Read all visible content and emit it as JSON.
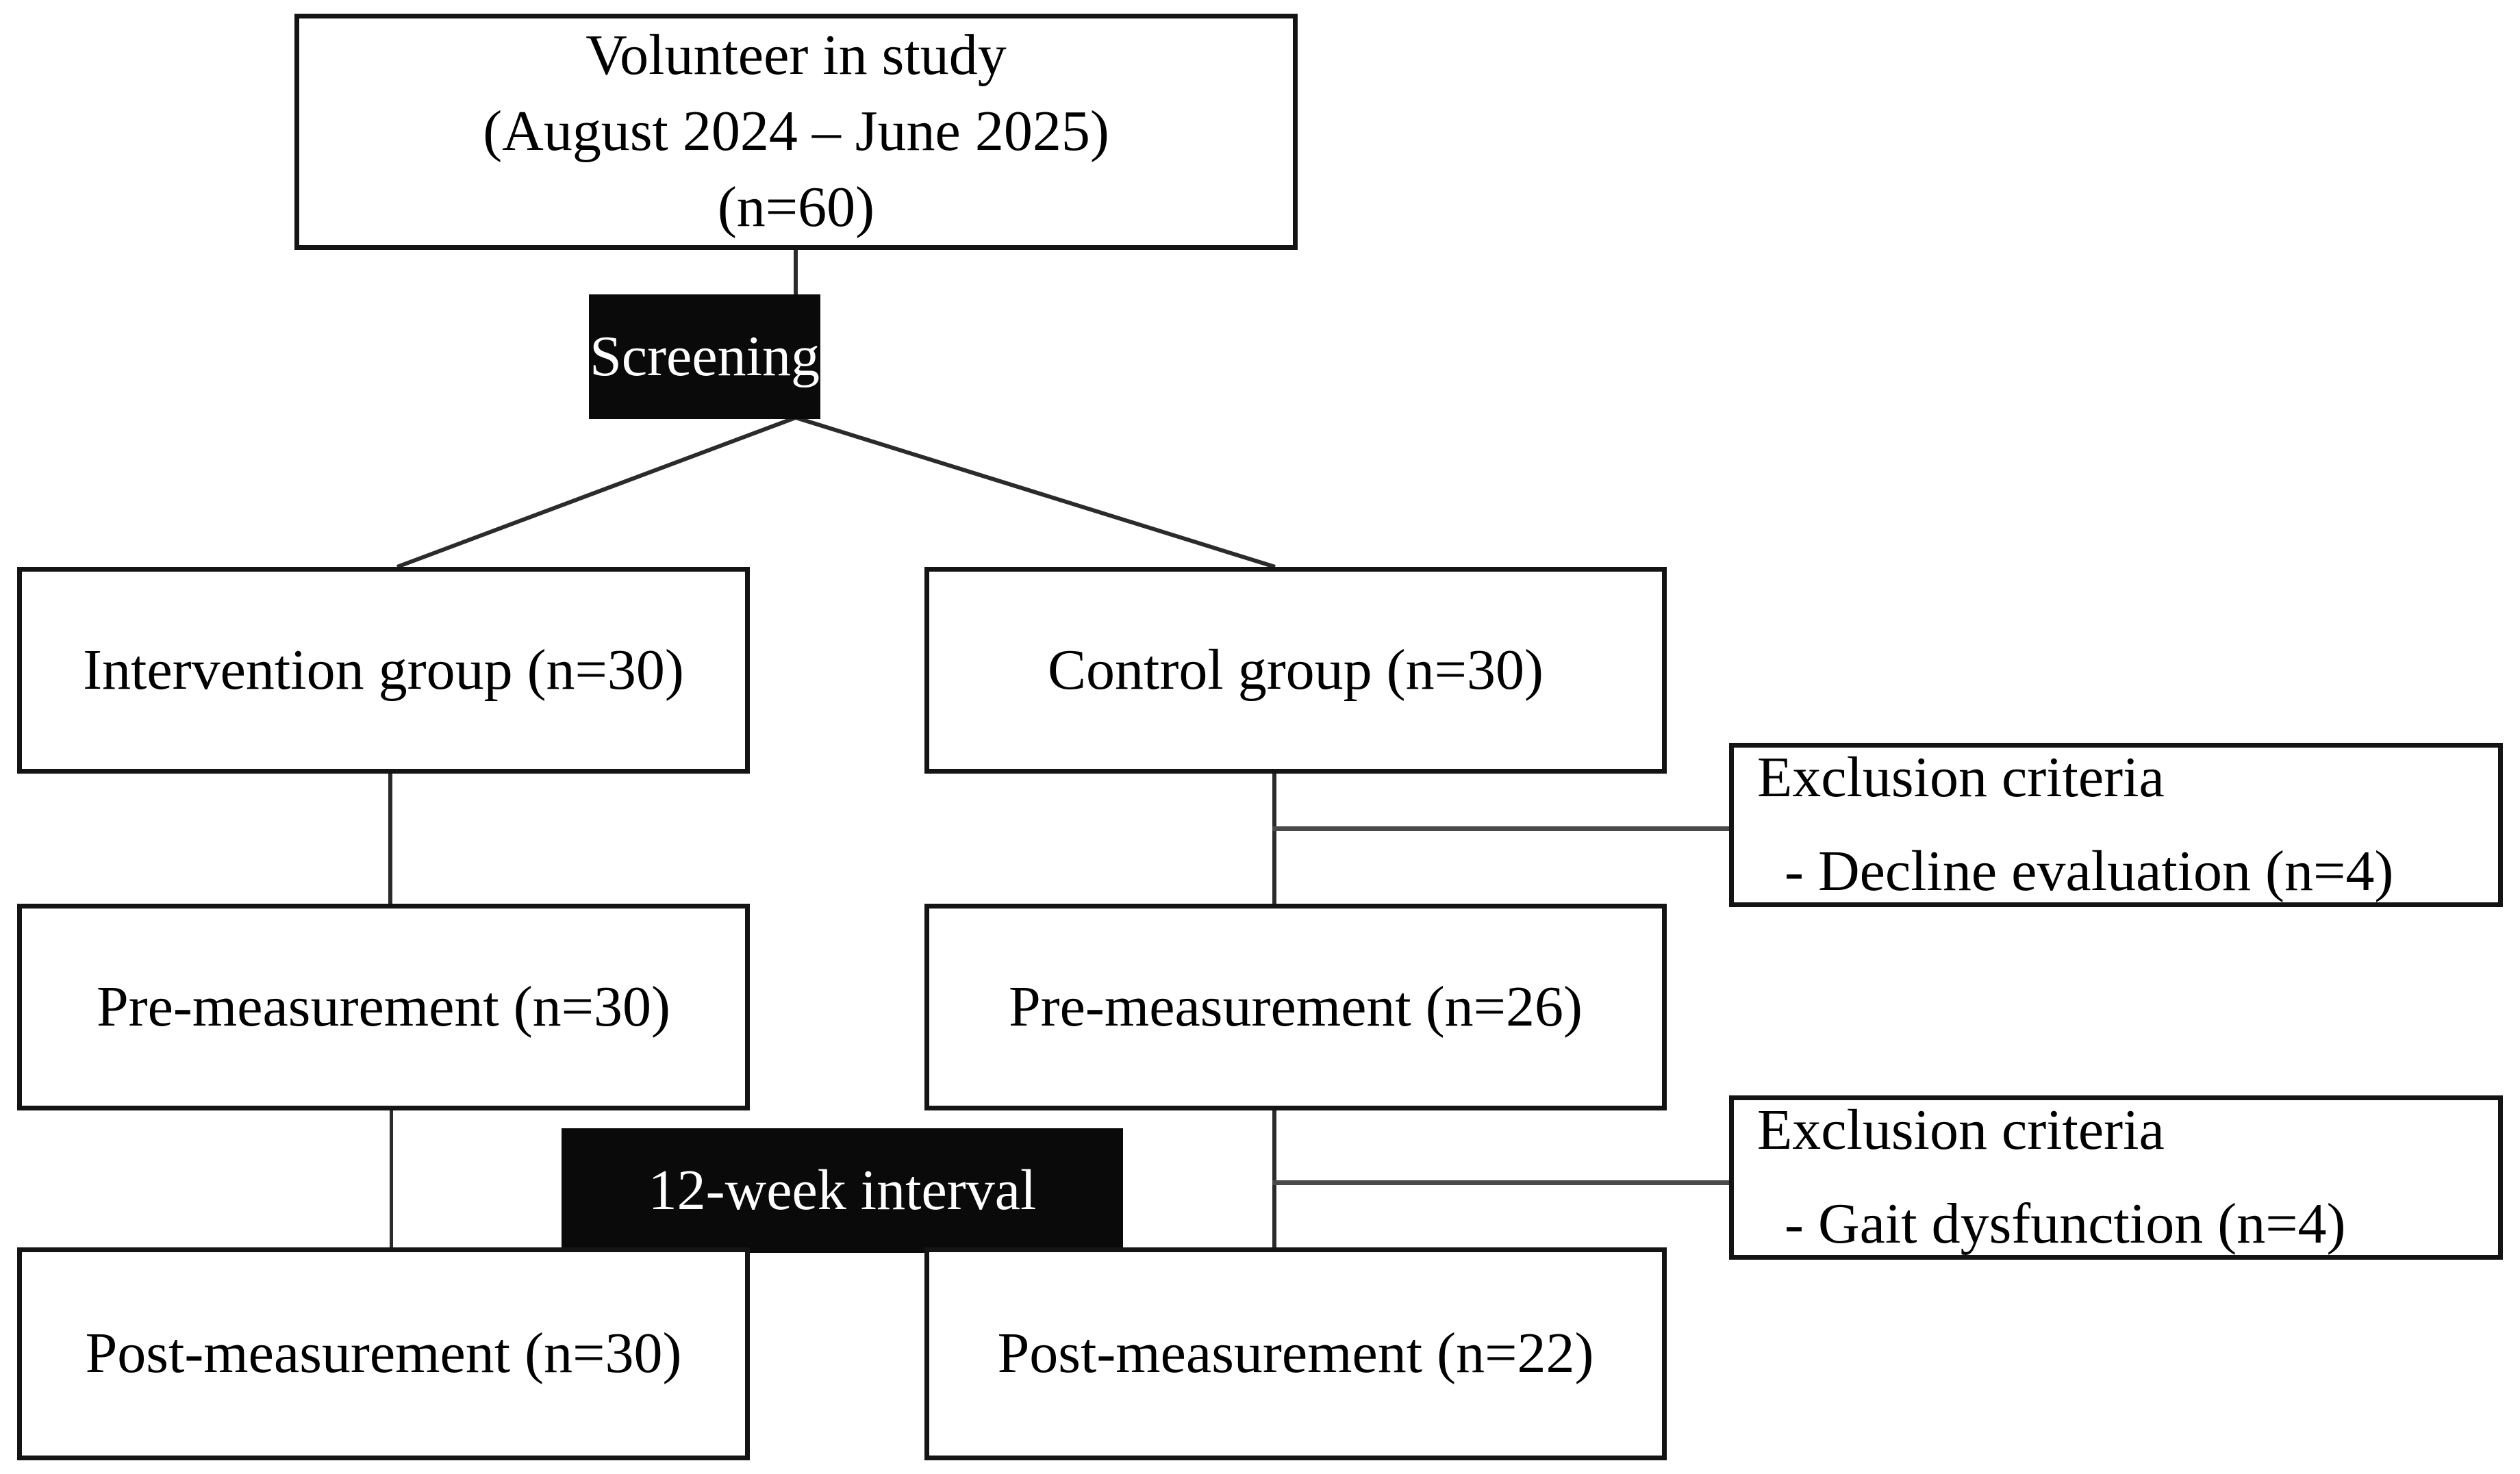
{
  "diagram": {
    "type": "study-flow-chart",
    "nodes": {
      "volunteer": {
        "label": "Volunteer in study\n(August 2024  – June 2025)\n(n=60)",
        "style": "outlined"
      },
      "screening": {
        "label": "Screening",
        "style": "filled-black"
      },
      "intervention_group": {
        "label": "Intervention group (n=30)",
        "style": "outlined"
      },
      "control_group": {
        "label": "Control group (n=30)",
        "style": "outlined"
      },
      "pre_measurement_intervention": {
        "label": "Pre-measurement (n=30)",
        "style": "outlined"
      },
      "pre_measurement_control": {
        "label": "Pre-measurement  (n=26)",
        "style": "outlined"
      },
      "interval": {
        "label": "12-week interval",
        "style": "filled-black"
      },
      "post_measurement_intervention": {
        "label": "Post-measurement (n=30)",
        "style": "outlined"
      },
      "post_measurement_control": {
        "label": "Post-measurement (n=22)",
        "style": "outlined"
      },
      "exclusion_one": {
        "title": "Exclusion criteria",
        "reason": "- Decline evaluation (n=4)",
        "style": "outlined"
      },
      "exclusion_two": {
        "title": "Exclusion criteria",
        "reason": "- Gait dysfunction (n=4)",
        "style": "outlined"
      }
    },
    "colors": {
      "stroke": "#141414",
      "fill_dark": "#0a0a0a",
      "fill_light": "#ffffff",
      "connector": "#4a4a4a"
    }
  }
}
